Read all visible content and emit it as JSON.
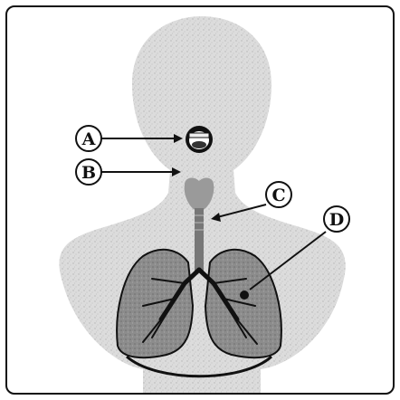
{
  "labels": {
    "a": "A",
    "b": "B",
    "c": "C",
    "d": "D"
  },
  "colors": {
    "body": "#d9d9d9",
    "lung": "#8f8f8f",
    "outline": "#111111"
  }
}
